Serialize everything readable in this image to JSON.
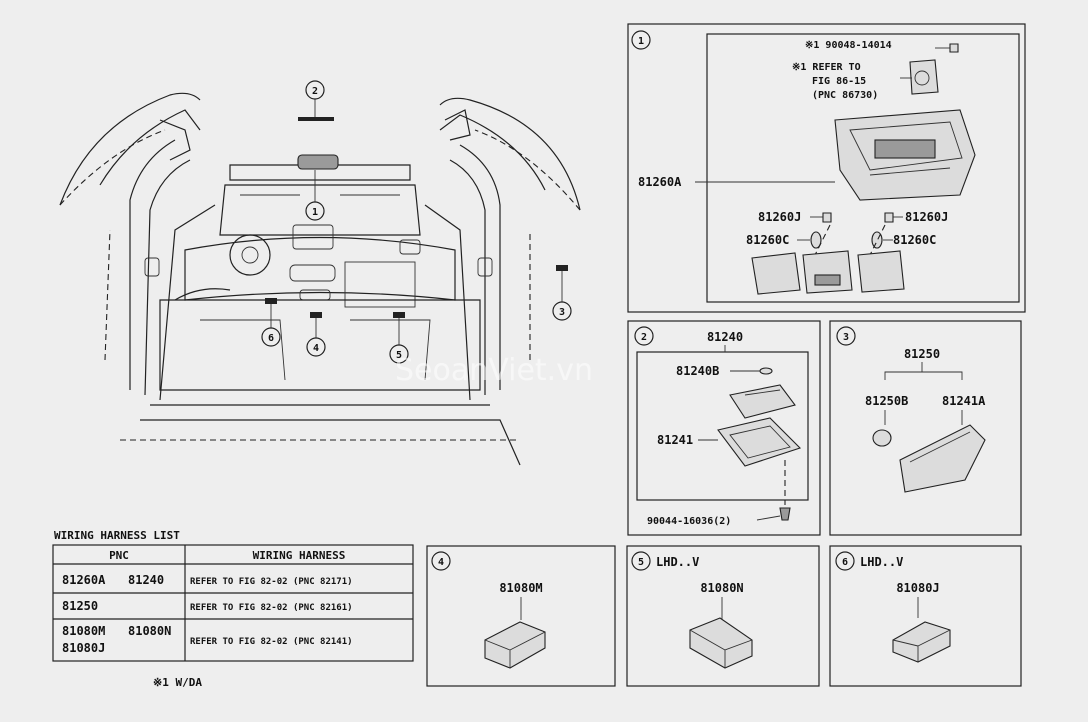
{
  "watermark": "SeoanViet.vn",
  "callouts": {
    "c1": "1",
    "c2": "2",
    "c3": "3",
    "c4": "4",
    "c5": "5",
    "c6": "6"
  },
  "panel1": {
    "number": "1",
    "note_bolt": "※1 90048-14014",
    "note_refer_1": "※1 REFER TO",
    "note_refer_2": "FIG 86-15",
    "note_refer_3": "(PNC 86730)",
    "part_main": "81260A",
    "part_j_left": "81260J",
    "part_j_right": "81260J",
    "part_c_left": "81260C",
    "part_c_right": "81260C"
  },
  "panel2": {
    "number": "2",
    "part_main": "81240",
    "part_b": "81240B",
    "part_lens": "81241",
    "part_screw": "90044-16036(2)"
  },
  "panel3": {
    "number": "3",
    "part_main": "81250",
    "part_b": "81250B",
    "part_a": "81241A"
  },
  "panel4": {
    "number": "4",
    "part": "81080M"
  },
  "panel5": {
    "number": "5",
    "tag": "LHD..V",
    "part": "81080N"
  },
  "panel6": {
    "number": "6",
    "tag": "LHD..V",
    "part": "81080J"
  },
  "harness": {
    "title": "WIRING HARNESS LIST",
    "col_pnc": "PNC",
    "col_harness": "WIRING HARNESS",
    "rows": [
      {
        "pnc_a": "81260A",
        "pnc_b": "81240",
        "pnc_c": "",
        "pnc_d": "",
        "ref": "REFER TO FIG 82-02 (PNC 82171)"
      },
      {
        "pnc_a": "81250",
        "pnc_b": "",
        "pnc_c": "",
        "pnc_d": "",
        "ref": "REFER TO FIG 82-02 (PNC 82161)"
      },
      {
        "pnc_a": "81080M",
        "pnc_b": "81080N",
        "pnc_c": "81080J",
        "pnc_d": "",
        "ref": "REFER TO FIG 82-02 (PNC 82141)"
      }
    ],
    "footnote": "※1 W/DA"
  }
}
